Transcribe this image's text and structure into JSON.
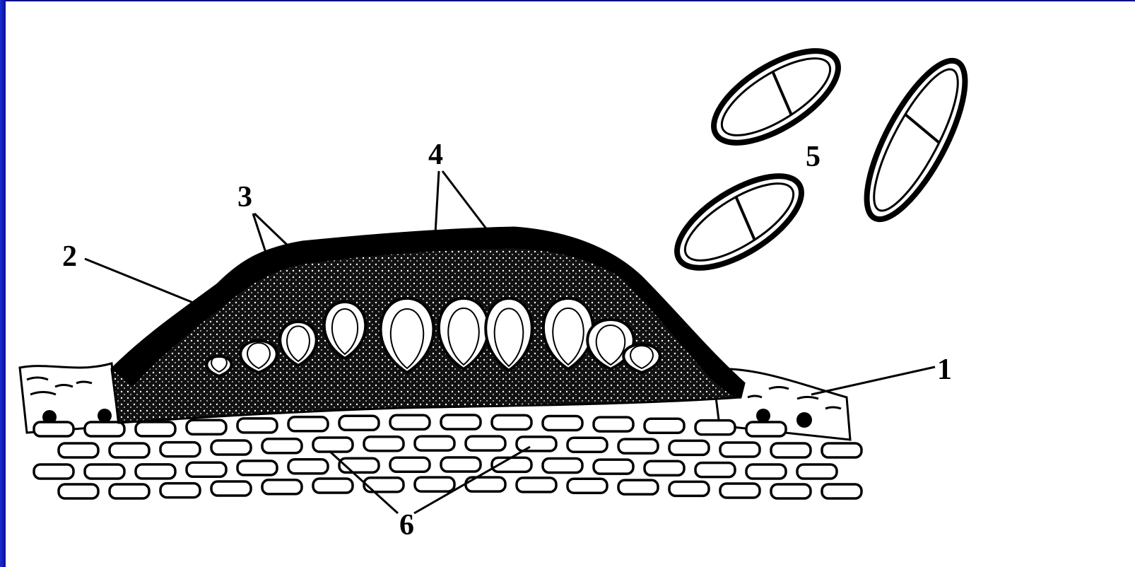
{
  "figure": {
    "background_color": "#ffffff",
    "frame_color": "#0b0f8a",
    "ink_color": "#000000",
    "labels": [
      {
        "id": "1",
        "text": "1"
      },
      {
        "id": "2",
        "text": "2"
      },
      {
        "id": "3",
        "text": "3"
      },
      {
        "id": "4",
        "text": "4"
      },
      {
        "id": "5",
        "text": "5"
      },
      {
        "id": "6",
        "text": "6"
      }
    ]
  }
}
